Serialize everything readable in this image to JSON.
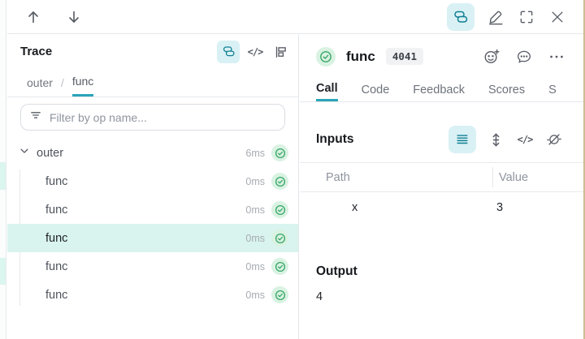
{
  "topbar": {
    "icons": [
      "arrow-up-icon",
      "arrow-down-icon",
      "stack-view-icon",
      "edit-icon",
      "fullscreen-icon",
      "close-icon"
    ]
  },
  "trace_panel": {
    "title": "Trace",
    "view_icons": [
      "stack-view-icon",
      "code-view-icon",
      "flame-graph-icon"
    ],
    "breadcrumb": {
      "items": [
        "outer",
        "func"
      ],
      "separator": "/",
      "active": "func"
    },
    "filter": {
      "placeholder": "Filter by op name...",
      "icon": "filter-icon"
    },
    "tree": [
      {
        "label": "outer",
        "duration": "6ms",
        "expanded": true,
        "selected": false,
        "status": "success"
      },
      {
        "label": "func",
        "duration": "0ms",
        "selected": false,
        "status": "success"
      },
      {
        "label": "func",
        "duration": "0ms",
        "selected": false,
        "status": "success"
      },
      {
        "label": "func",
        "duration": "0ms",
        "selected": true,
        "status": "success"
      },
      {
        "label": "func",
        "duration": "0ms",
        "selected": false,
        "status": "success"
      },
      {
        "label": "func",
        "duration": "0ms",
        "selected": false,
        "status": "success"
      }
    ]
  },
  "detail_panel": {
    "status": "success",
    "title": "func",
    "badge": "4041",
    "action_icons": [
      "add-reaction-icon",
      "comment-icon",
      "more-options-icon"
    ],
    "tabs": [
      {
        "label": "Call",
        "active": true
      },
      {
        "label": "Code",
        "active": false
      },
      {
        "label": "Feedback",
        "active": false
      },
      {
        "label": "Scores",
        "active": false
      },
      {
        "label": "S",
        "active": false
      }
    ],
    "inputs": {
      "heading": "Inputs",
      "view_icons": [
        "list-view-icon",
        "expand-rows-icon",
        "code-view-icon",
        "hide-icon"
      ],
      "table": {
        "columns": [
          "Path",
          "Value"
        ],
        "rows": [
          {
            "path": "x",
            "value": "3"
          }
        ]
      }
    },
    "output": {
      "heading": "Output",
      "value": "4"
    }
  },
  "colors": {
    "accent_teal": "#2aa5ba",
    "icon_teal": "#0f7f93",
    "active_icon_bg": "#d9f1f5",
    "selected_row_bg": "#d9f4ee",
    "success_green": "#35a564",
    "success_bg": "#d9f2e2",
    "border": "#e5e8eb"
  }
}
